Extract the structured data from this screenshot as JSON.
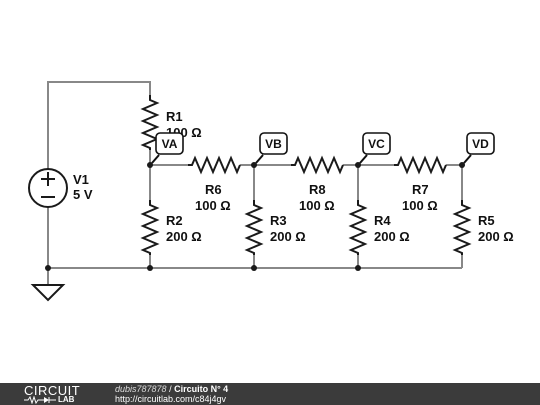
{
  "diagram": {
    "title": "Circuito N° 4",
    "source": {
      "name": "V1",
      "value": "5 V"
    },
    "resistors": [
      {
        "id": "R1",
        "value": "100 Ω"
      },
      {
        "id": "R2",
        "value": "200 Ω"
      },
      {
        "id": "R3",
        "value": "200 Ω"
      },
      {
        "id": "R4",
        "value": "200 Ω"
      },
      {
        "id": "R5",
        "value": "200 Ω"
      },
      {
        "id": "R6",
        "value": "100 Ω"
      },
      {
        "id": "R7",
        "value": "100 Ω"
      },
      {
        "id": "R8",
        "value": "100 Ω"
      }
    ],
    "probes": [
      "VA",
      "VB",
      "VC",
      "VD"
    ]
  },
  "footer": {
    "logo_top": "CIRCUIT",
    "logo_bottom": "LAB",
    "user": "dubis787878",
    "separator": " / ",
    "title": "Circuito N° 4",
    "url": "http://circuitlab.com/c84j4gv"
  },
  "colors": {
    "wire": "#888888",
    "component": "#1a1a1a",
    "footer_bg": "#3b3b3b"
  }
}
